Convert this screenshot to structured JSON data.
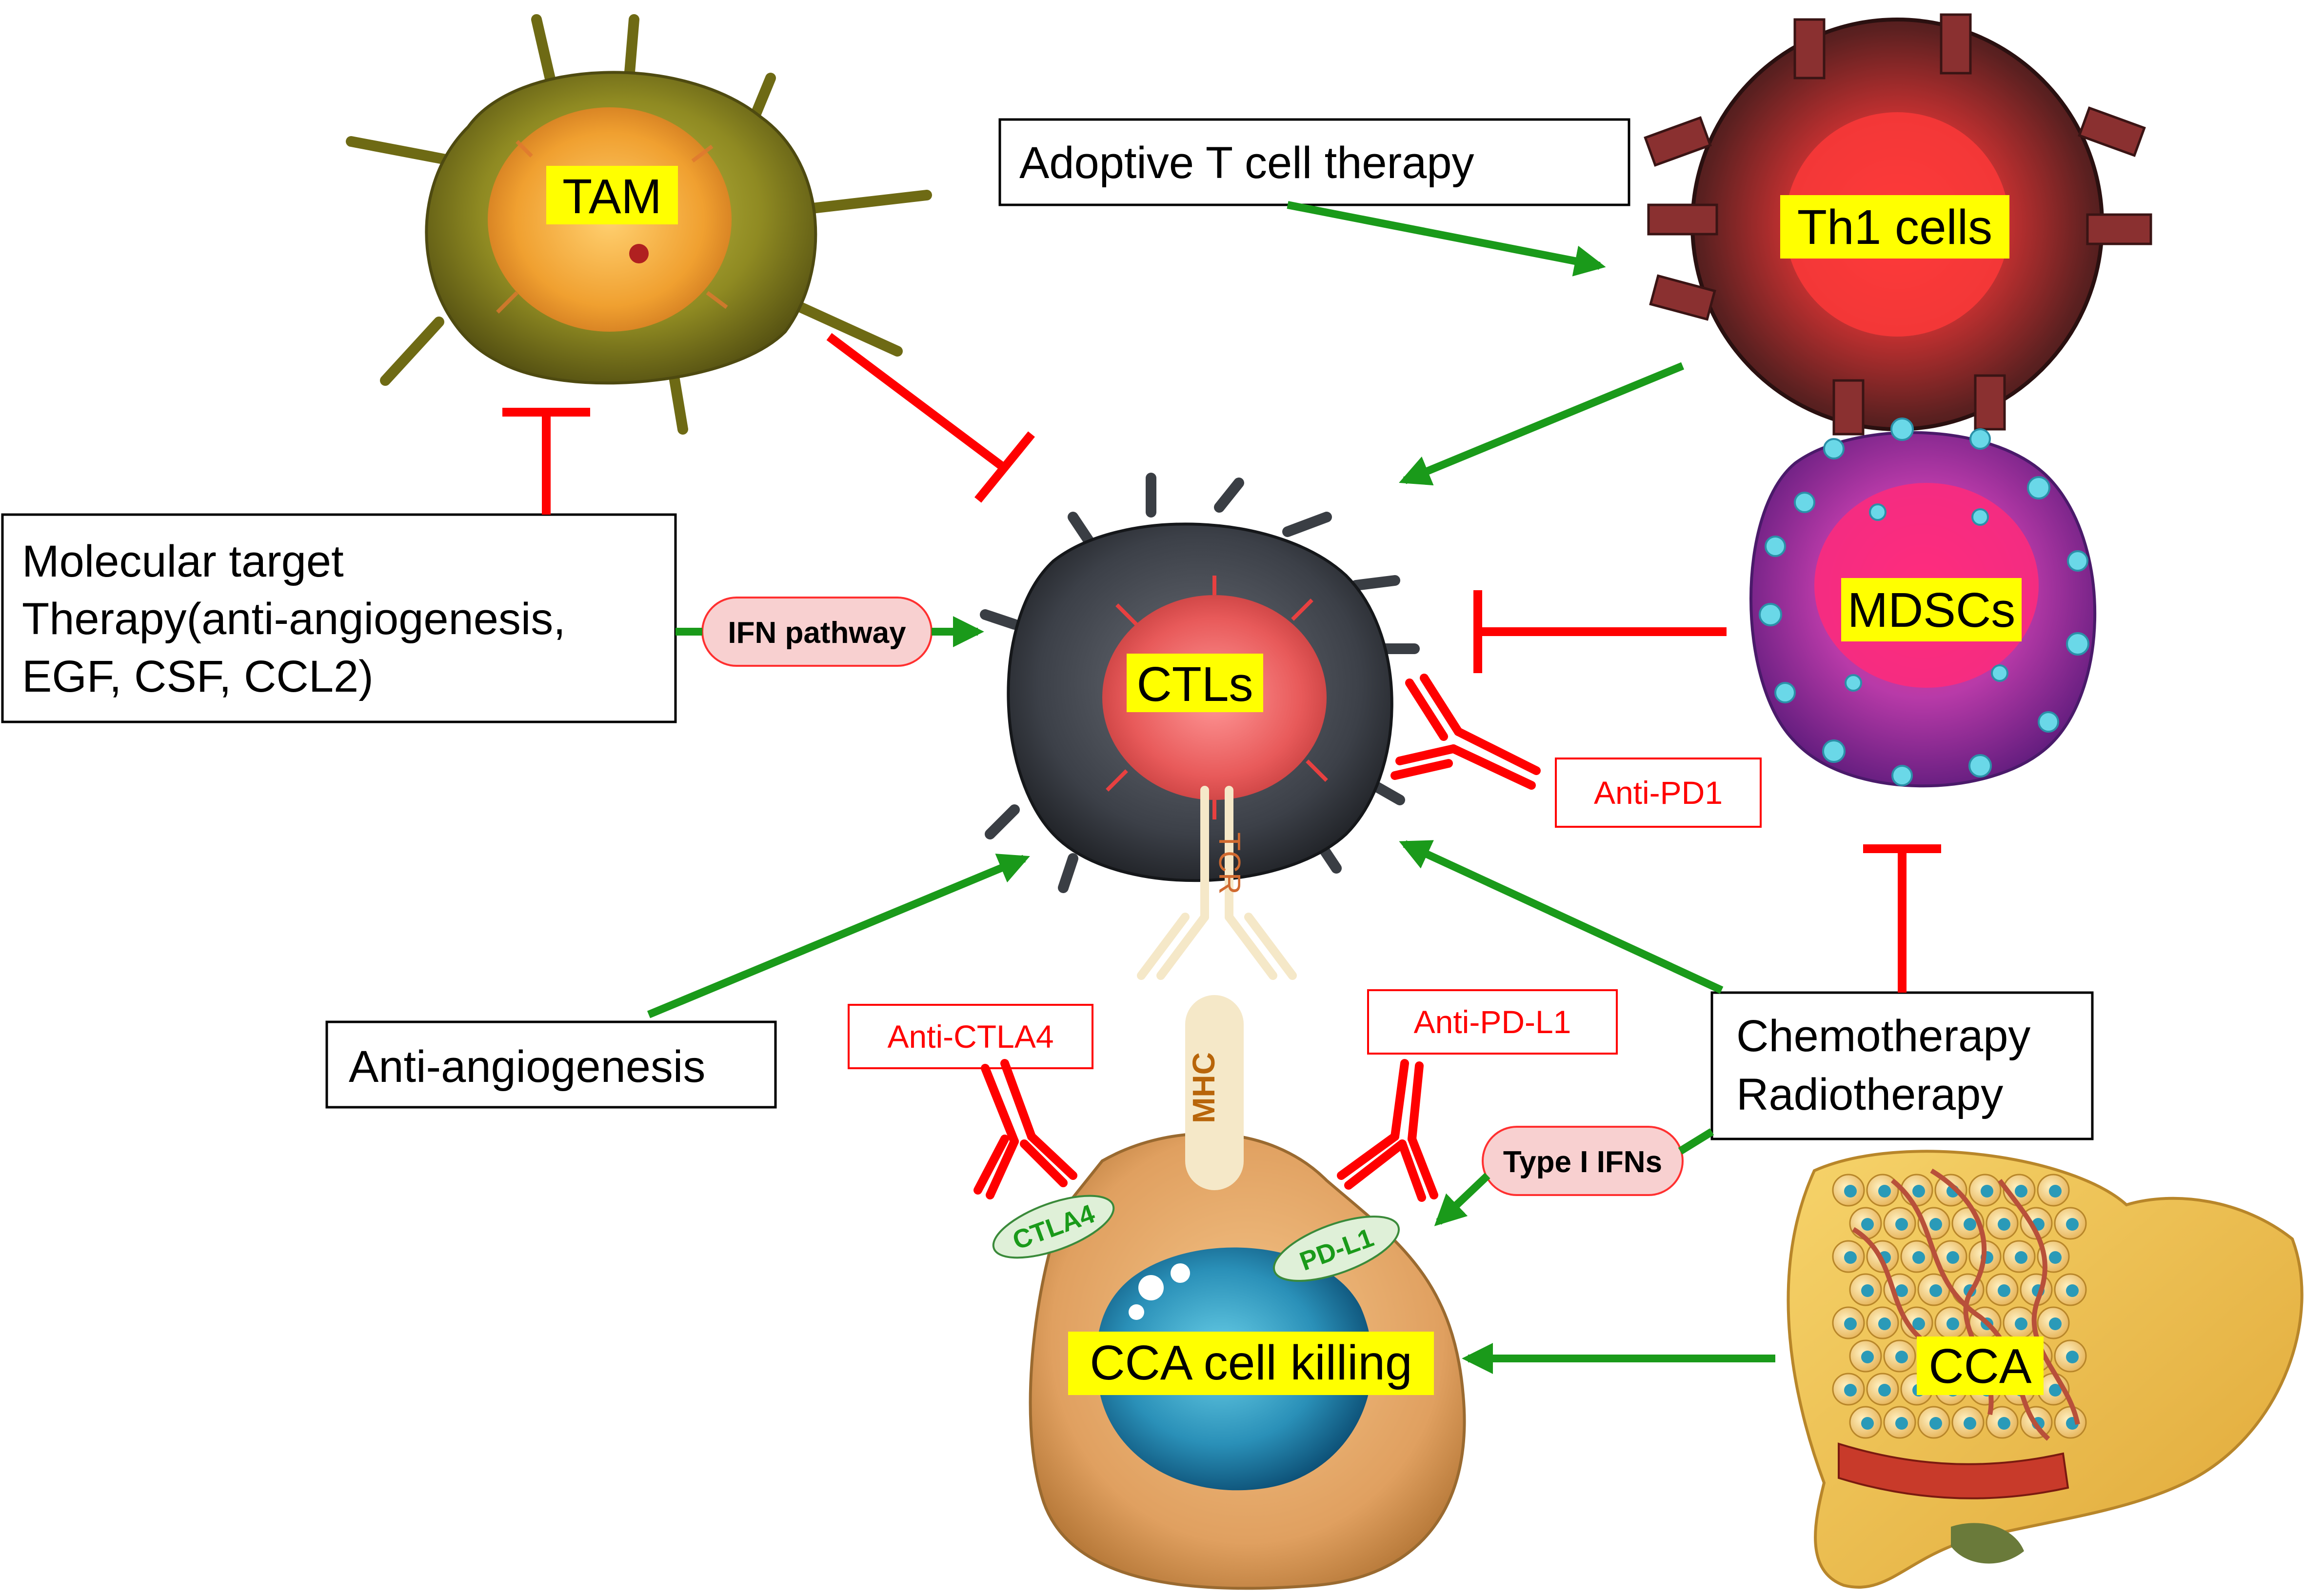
{
  "cells": {
    "tam": "TAM",
    "th1": "Th1 cells",
    "ctls": "CTLs",
    "mdscs": "MDSCs",
    "cca_cell": "CCA cell killing",
    "cca_liver": "CCA"
  },
  "boxes": {
    "adoptive": "Adoptive T cell therapy",
    "molecular_line1": "Molecular target",
    "molecular_line2": "Therapy(anti-angiogenesis,",
    "molecular_line3": "EGF, CSF, CCL2)",
    "anti_angiogenesis": "Anti-angiogenesis",
    "chemo_line1": "Chemotherapy",
    "chemo_line2": "Radiotherapy"
  },
  "antibodies": {
    "anti_pd1": "Anti-PD1",
    "anti_ctla4": "Anti-CTLA4",
    "anti_pdl1": "Anti-PD-L1"
  },
  "pills": {
    "ifn_pathway": "IFN pathway",
    "type1_ifns": "Type I IFNs"
  },
  "receptors": {
    "ctla4": "CTLA4",
    "pdl1": "PD-L1",
    "tcr": "TCR",
    "mhc": "MHC"
  },
  "colors": {
    "activation": "#1a9a1a",
    "inhibition": "#ff0000",
    "label_highlight": "#ffff00"
  }
}
